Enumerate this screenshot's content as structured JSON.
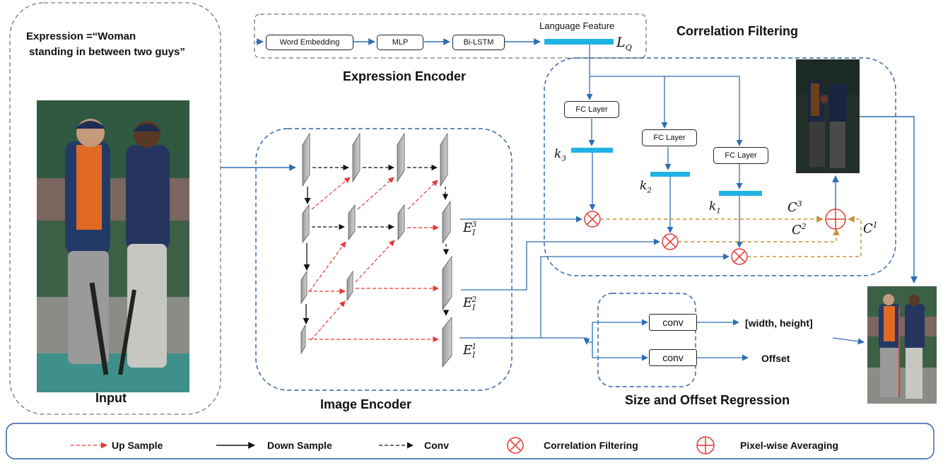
{
  "input": {
    "expression": "Expression =“Woman standing in between two guys”",
    "expression_line1": "Expression =“Woman",
    "expression_line2": "standing in between two guys”",
    "title": "Input"
  },
  "expression_encoder": {
    "title": "Expression Encoder",
    "blocks": [
      "Word Embedding",
      "MLP",
      "Bi-LSTM"
    ],
    "feature_label": "Language Feature",
    "feature_symbol": "L",
    "feature_sub": "Q"
  },
  "correlation_filtering": {
    "title": "Correlation Filtering",
    "fc_label": "FC Layer",
    "kernels": [
      {
        "sym": "k",
        "sub": "3"
      },
      {
        "sym": "k",
        "sub": "2"
      },
      {
        "sym": "k",
        "sub": "1"
      }
    ],
    "maps": [
      {
        "sym": "C",
        "sup": "3"
      },
      {
        "sym": "C",
        "sup": "2"
      },
      {
        "sym": "C",
        "sup": "1"
      }
    ]
  },
  "image_encoder": {
    "title": "Image Encoder",
    "features": [
      {
        "sym": "E",
        "sub": "I",
        "sup": "3"
      },
      {
        "sym": "E",
        "sub": "I",
        "sup": "2"
      },
      {
        "sym": "E",
        "sub": "I",
        "sup": "1"
      }
    ]
  },
  "regression": {
    "title": "Size and Offset Regression",
    "conv_label": "conv",
    "outputs": [
      "[width, height]",
      "Offset"
    ]
  },
  "legend": {
    "items": [
      "Up Sample",
      "Down Sample",
      "Conv",
      "Correlation Filtering",
      "Pixel-wise Averaging"
    ]
  },
  "colors": {
    "flow_blue": "#2e6db5",
    "feature_cyan": "#1fb3e3",
    "upsample_red": "#e53935",
    "heatmap_orange": "#c8933a",
    "correlation_red": "#e53935",
    "container_blue": "#2b5ea7"
  }
}
